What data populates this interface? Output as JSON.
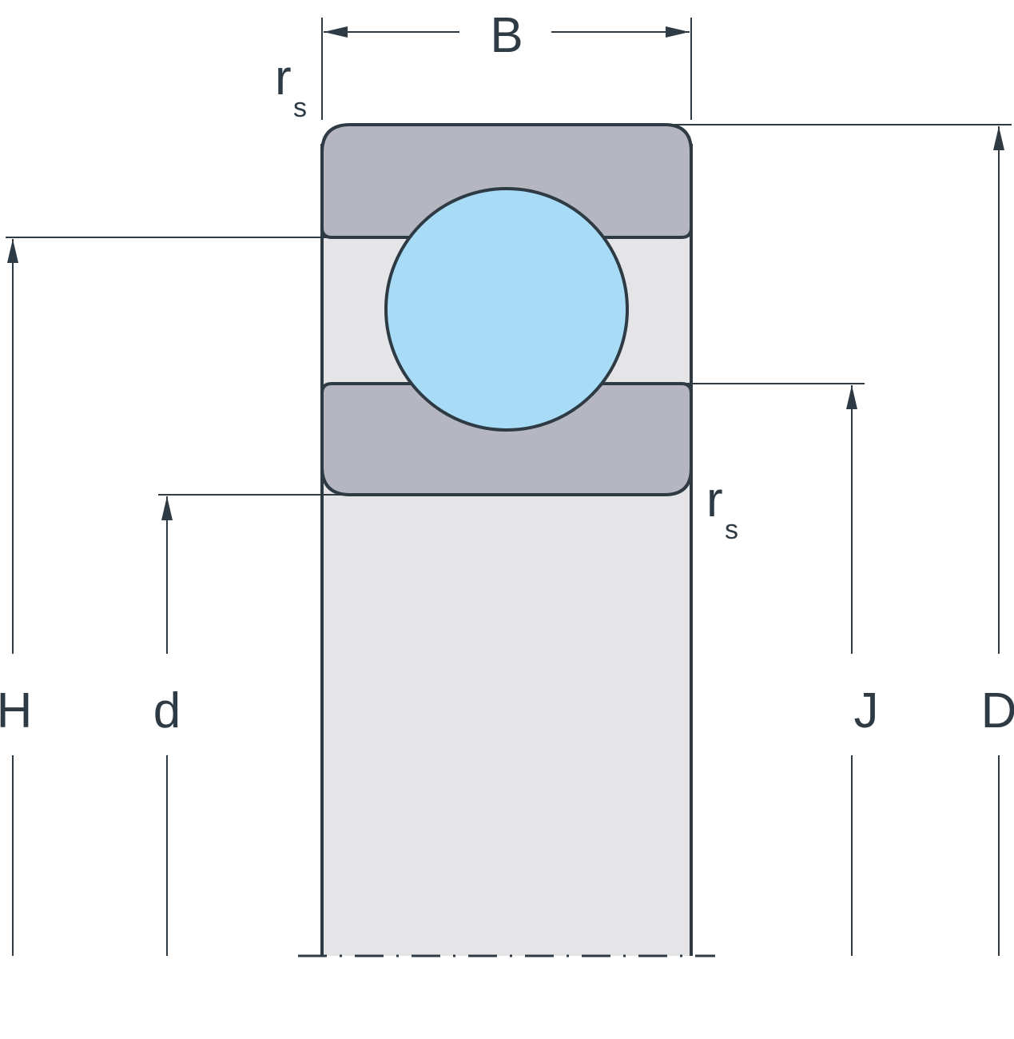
{
  "labels": {
    "B": "B",
    "rs_top": "r",
    "rs_top_sub": "s",
    "rs_bottom": "r",
    "rs_bottom_sub": "s",
    "H": "H",
    "d": "d",
    "J": "J",
    "D": "D"
  },
  "colors": {
    "stroke": "#2e3a44",
    "ring": "#b5b6bf",
    "background_section": "#e5e5e8",
    "ball": "#a8dcf6"
  }
}
